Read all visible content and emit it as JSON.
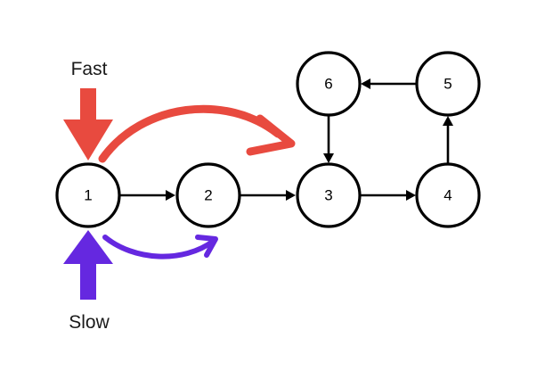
{
  "diagram": {
    "nodes": [
      {
        "id": "1",
        "label": "1"
      },
      {
        "id": "2",
        "label": "2"
      },
      {
        "id": "3",
        "label": "3"
      },
      {
        "id": "4",
        "label": "4"
      },
      {
        "id": "5",
        "label": "5"
      },
      {
        "id": "6",
        "label": "6"
      }
    ],
    "edges": [
      {
        "from": "1",
        "to": "2"
      },
      {
        "from": "2",
        "to": "3"
      },
      {
        "from": "3",
        "to": "4"
      },
      {
        "from": "4",
        "to": "5"
      },
      {
        "from": "5",
        "to": "6"
      },
      {
        "from": "6",
        "to": "3"
      }
    ],
    "pointers": {
      "fast": {
        "label": "Fast",
        "color": "#e84a3f",
        "at": "1",
        "jump_to": "3"
      },
      "slow": {
        "label": "Slow",
        "color": "#6528e0",
        "at": "1",
        "jump_to": "2"
      }
    }
  }
}
